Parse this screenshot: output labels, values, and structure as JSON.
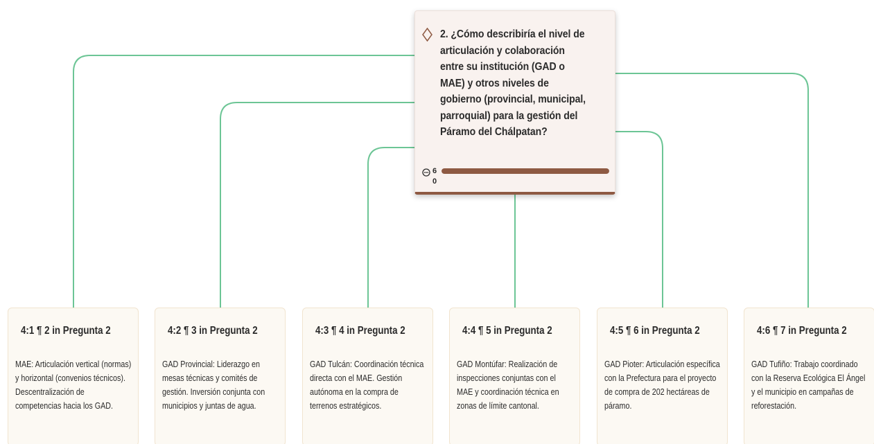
{
  "code": {
    "title": "2. ¿Cómo describiría el nivel de articulación y colaboración entre su institución (GAD o MAE) y otros niveles de gobierno (provincial, municipal, parroquial) para la gestión del Páramo del Chálpatan?",
    "icon": "diamond-icon",
    "quote_count": "6",
    "secondary_count": "0",
    "quote_bar_fraction": 1.0,
    "colors": {
      "bar": "#8e5a43",
      "card_background": "#f9f2ef",
      "connector": "#6cc595"
    }
  },
  "quotations": [
    {
      "title": "4:1 ¶ 2 in Pregunta 2",
      "text": "MAE: Articulación vertical (normas) y horizontal (convenios técnicos). Descentralización de competencias hacia los GAD."
    },
    {
      "title": "4:2 ¶ 3 in Pregunta 2",
      "text": "GAD Provincial: Liderazgo en mesas técnicas y comités de gestión. Inversión conjunta con municipios y juntas de agua."
    },
    {
      "title": "4:3 ¶ 4 in Pregunta 2",
      "text": "GAD Tulcán: Coordinación técnica directa con el MAE. Gestión autónoma en la compra de terrenos estratégicos."
    },
    {
      "title": "4:4 ¶ 5 in Pregunta 2",
      "text": "GAD Montúfar: Realización de inspecciones conjuntas con el MAE y coordinación técnica en zonas de límite cantonal."
    },
    {
      "title": "4:5 ¶ 6 in Pregunta 2",
      "text": "GAD Pioter: Articulación específica con la Prefectura para el proyecto de compra de 202 hectáreas de páramo."
    },
    {
      "title": "4:6 ¶ 7 in Pregunta 2",
      "text": "GAD Tufiño: Trabajo coordinado con la Reserva Ecológica El Ángel y el municipio en campañas de reforestación."
    }
  ]
}
